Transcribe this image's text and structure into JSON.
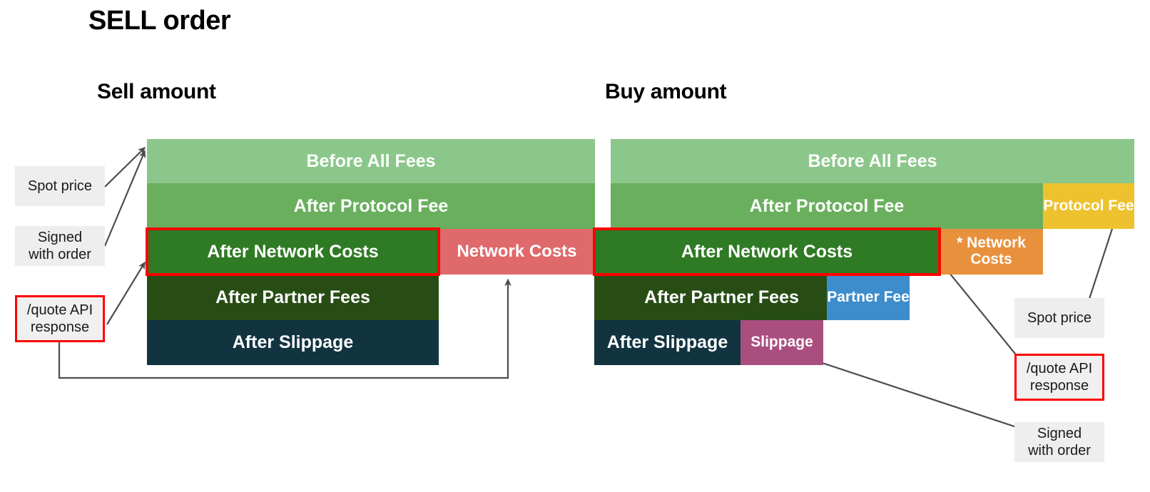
{
  "page": {
    "title": "SELL order"
  },
  "columns": [
    {
      "key": "sell",
      "title": "Sell amount"
    },
    {
      "key": "buy",
      "title": "Buy amount"
    }
  ],
  "colors": {
    "before_all_fees": "#8bc78a",
    "after_protocol_fee": "#6aaf5e",
    "after_network_costs": "#2f7a24",
    "after_partner_fees": "#274d15",
    "after_slippage": "#113440",
    "network_costs_sell": "#e0696b",
    "network_costs_buy": "#e8913d",
    "protocol_fee": "#eec22e",
    "partner_fee": "#3d8dcc",
    "slippage": "#aa4e80",
    "highlight_outline": "#ff0000",
    "note_background": "#eeeeee",
    "arrow": "#4d4d4d",
    "text_on_bar": "#ffffff"
  },
  "sell_column": {
    "bars": [
      {
        "label": "Before All Fees",
        "color_key": "before_all_fees",
        "highlighted": false
      },
      {
        "label": "After Protocol Fee",
        "color_key": "after_protocol_fee",
        "highlighted": false
      },
      {
        "label": "After Network Costs",
        "color_key": "after_network_costs",
        "highlighted": true
      },
      {
        "label": "After Partner Fees",
        "color_key": "after_partner_fees",
        "highlighted": false
      },
      {
        "label": "After Slippage",
        "color_key": "after_slippage",
        "highlighted": false
      }
    ],
    "fee_blocks": [
      {
        "label": "Network Costs",
        "color_key": "network_costs_sell"
      }
    ],
    "notes": [
      {
        "label": "Spot price",
        "red": false
      },
      {
        "label": "Signed\nwith order",
        "red": false
      },
      {
        "label": "/quote API\nresponse",
        "red": true
      }
    ]
  },
  "buy_column": {
    "bars": [
      {
        "label": "Before All Fees",
        "color_key": "before_all_fees",
        "highlighted": false
      },
      {
        "label": "After Protocol Fee",
        "color_key": "after_protocol_fee",
        "highlighted": false
      },
      {
        "label": "After Network Costs",
        "color_key": "after_network_costs",
        "highlighted": true
      },
      {
        "label": "After Partner Fees",
        "color_key": "after_partner_fees",
        "highlighted": false
      },
      {
        "label": "After Slippage",
        "color_key": "after_slippage",
        "highlighted": false
      }
    ],
    "fee_blocks": [
      {
        "label": "Protocol\nFee",
        "color_key": "protocol_fee"
      },
      {
        "label": "* Network\nCosts",
        "color_key": "network_costs_buy"
      },
      {
        "label": "Partner\nFee",
        "color_key": "partner_fee"
      },
      {
        "label": "Slippage",
        "color_key": "slippage"
      }
    ],
    "notes": [
      {
        "label": "Spot price",
        "red": false
      },
      {
        "label": "/quote API\nresponse",
        "red": true
      },
      {
        "label": "Signed\nwith order",
        "red": false
      }
    ]
  },
  "chart_data": {
    "type": "bar",
    "title": "SELL order",
    "orientation": "horizontal-stacked-waterfall",
    "panels": [
      {
        "name": "Sell amount",
        "categories": [
          "Before All Fees",
          "After Protocol Fee",
          "After Network Costs",
          "After Partner Fees",
          "After Slippage"
        ],
        "values": [
          624,
          624,
          405,
          405,
          405
        ],
        "fee_segments": [
          {
            "name": "Network Costs",
            "row": "After Network Costs",
            "value": 219
          }
        ]
      },
      {
        "name": "Buy amount",
        "categories": [
          "Before All Fees",
          "After Protocol Fee",
          "After Network Costs",
          "After Partner Fees",
          "After Slippage"
        ],
        "values": [
          734,
          606,
          461,
          334,
          214
        ],
        "fee_segments": [
          {
            "name": "Protocol Fee",
            "row": "After Protocol Fee",
            "value": 128
          },
          {
            "name": "* Network Costs",
            "row": "After Network Costs",
            "value": 145
          },
          {
            "name": "Partner Fee",
            "row": "After Partner Fees",
            "value": 127
          },
          {
            "name": "Slippage",
            "row": "After Slippage",
            "value": 120
          }
        ]
      }
    ],
    "xlabel": "",
    "ylabel": "",
    "grid": false,
    "legend": "none"
  }
}
